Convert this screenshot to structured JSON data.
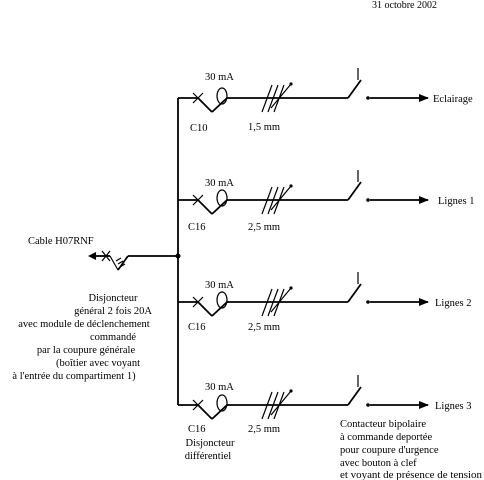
{
  "date": "31 octobre 2002",
  "supply": {
    "cable_label": "Cable H07RNF",
    "main_breaker_lines": [
      "Disjoncteur",
      "général 2 fois 20A",
      "avec module de déclenchement",
      "commandé",
      "par la coupure générale",
      "(boîtier avec voyant",
      "à l'entrée du compartiment 1)"
    ]
  },
  "circuits": [
    {
      "breaker": "C10",
      "rcd": "30 mA",
      "section": "1,5 mm",
      "load": "Eclairage"
    },
    {
      "breaker": "C16",
      "rcd": "30 mA",
      "section": "2,5 mm",
      "load": "Lignes 1"
    },
    {
      "breaker": "C16",
      "rcd": "30 mA",
      "section": "2,5 mm",
      "load": "Lignes 2"
    },
    {
      "breaker": "C16",
      "rcd": "30 mA",
      "section": "2,5 mm",
      "load": "Lignes 3"
    }
  ],
  "rcd_note_lines": [
    "Disjoncteur",
    "différentiel"
  ],
  "contactor_note_lines": [
    "Contacteur bipolaire",
    "à commande deportée",
    "pour coupure d'urgence",
    "avec bouton à clef",
    "et voyant de présence de tension"
  ]
}
